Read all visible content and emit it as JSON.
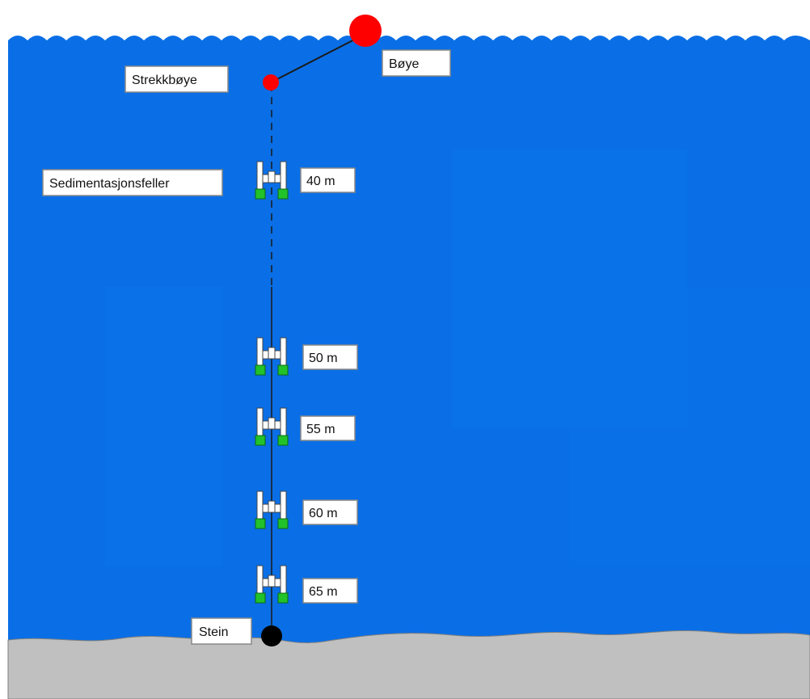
{
  "diagram": {
    "labels": {
      "buoy": "Bøye",
      "tension_buoy": "Strekkbøye",
      "traps": "Sedimentasjonsfeller",
      "stone": "Stein"
    },
    "depths": [
      "40 m",
      "50 m",
      "55 m",
      "60 m",
      "65 m"
    ],
    "colors": {
      "water": "#0a6fe6",
      "seabed": "#c0c0c0",
      "buoy": "#ff0000",
      "anchor": "#000000",
      "trap_base": "#22c22a",
      "trap_body": "#ffffff"
    }
  }
}
